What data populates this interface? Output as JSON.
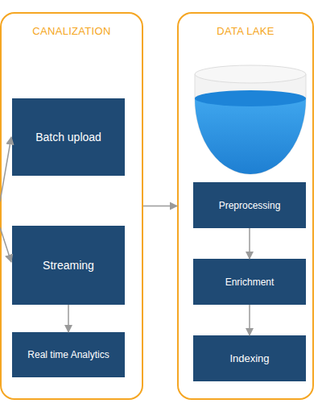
{
  "diagram": {
    "nodes": [
      {
        "text": [
          "CANALIZATION"
        ]
      },
      {
        "text": [
          "Batch upload"
        ],
        "in": 0
      },
      {
        "text": [
          "Streaming"
        ],
        "in": 0
      },
      {
        "text": [
          "Real time Analytics"
        ],
        "in": 0
      },
      {
        "text": [
          "DATA LAKE"
        ]
      },
      {
        "text": [
          "Preprocessing"
        ],
        "in": 4
      },
      {
        "text": [
          "Enrichment"
        ],
        "in": 4
      },
      {
        "text": [
          "Indexing"
        ],
        "in": 4
      }
    ],
    "edges": [
      {
        "from": 2,
        "to": 3,
        "arrow": "to"
      },
      {
        "from": 0,
        "to": 4,
        "arrow": "to"
      },
      {
        "from": 5,
        "to": 6,
        "arrow": "to"
      },
      {
        "from": 6,
        "to": 7,
        "arrow": "to"
      }
    ]
  }
}
